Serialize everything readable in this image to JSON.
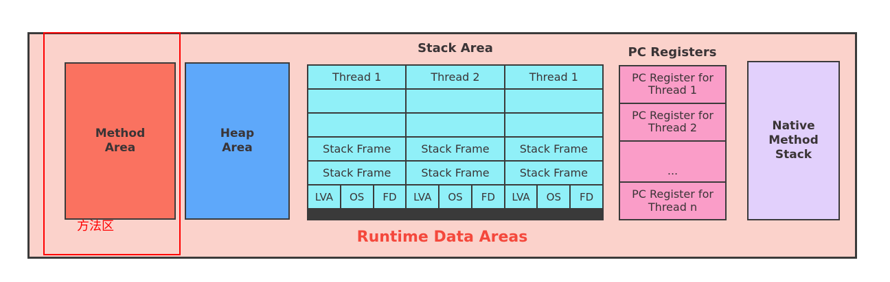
{
  "diagram": {
    "caption": "Runtime Data Areas",
    "annotation": {
      "label": "方法区",
      "color": "#fe0000"
    },
    "colors": {
      "frame_background": "#fbd2cb",
      "frame_border": "#3a3a3a",
      "method_area": "#fa7260",
      "heap_area": "#5ea8fa",
      "stack_cell": "#90f0f8",
      "pc_register": "#fa9dc8",
      "native_method_stack": "#e2d0fc",
      "caption_text": "#f4483c",
      "label_text": "#3a3436"
    },
    "method_area": {
      "label": "Method\nArea"
    },
    "heap_area": {
      "label": "Heap\nArea"
    },
    "native_method_stack": {
      "label": "Native\nMethod\nStack"
    },
    "stack_area": {
      "title": "Stack Area",
      "columns": [
        {
          "header": "Thread 1",
          "empty_rows": 2,
          "frames": [
            "Stack Frame",
            "Stack Frame"
          ],
          "sub_cells": [
            "LVA",
            "OS",
            "FD"
          ]
        },
        {
          "header": "Thread 2",
          "empty_rows": 2,
          "frames": [
            "Stack Frame",
            "Stack Frame"
          ],
          "sub_cells": [
            "LVA",
            "OS",
            "FD"
          ]
        },
        {
          "header": "Thread 1",
          "empty_rows": 2,
          "frames": [
            "Stack Frame",
            "Stack Frame"
          ],
          "sub_cells": [
            "LVA",
            "OS",
            "FD"
          ]
        }
      ]
    },
    "pc_registers": {
      "title": "PC Registers",
      "rows": [
        "PC Register for Thread 1",
        "PC Register for Thread 2",
        "...",
        "PC Register for Thread n"
      ]
    }
  }
}
